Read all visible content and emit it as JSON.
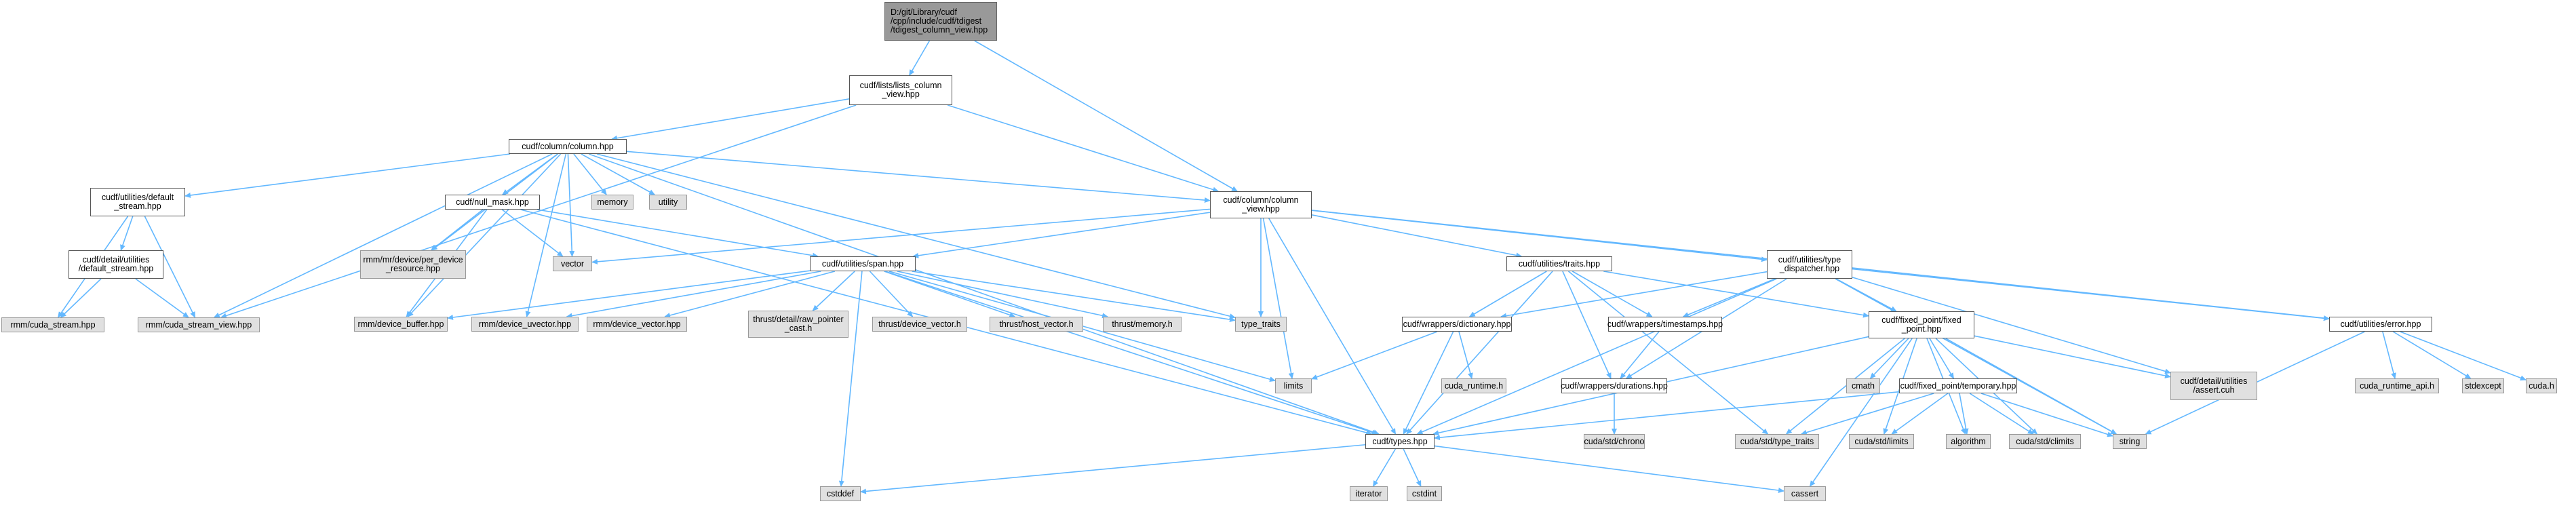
{
  "graph": {
    "colors": {
      "edge": "#63b8ff",
      "root_fill": "#999999",
      "header_fill": "#ffffff",
      "external_fill": "#e0e0e0"
    },
    "nodes": {
      "root": "D:/git/Library/cudf\n/cpp/include/cudf/tdigest\n/tdigest_column_view.hpp",
      "lists_column_view": "cudf/lists/lists_column\n_view.hpp",
      "column": "cudf/column/column.hpp",
      "column_view": "cudf/column/column\n_view.hpp",
      "default_stream": "cudf/utilities/default\n_stream.hpp",
      "detail_default_stream": "cudf/detail/utilities\n/default_stream.hpp",
      "cuda_stream": "rmm/cuda_stream.hpp",
      "cuda_stream_view": "rmm/cuda_stream_view.hpp",
      "null_mask": "cudf/null_mask.hpp",
      "per_device_resource": "rmm/mr/device/per_device\n_resource.hpp",
      "device_buffer": "rmm/device_buffer.hpp",
      "vector": "vector",
      "memory": "memory",
      "utility": "utility",
      "span": "cudf/utilities/span.hpp",
      "device_uvector": "rmm/device_uvector.hpp",
      "device_vector": "rmm/device_vector.hpp",
      "raw_pointer_cast": "thrust/detail/raw_pointer\n_cast.h",
      "thrust_device_vector": "thrust/device_vector.h",
      "thrust_host_vector": "thrust/host_vector.h",
      "thrust_memory": "thrust/memory.h",
      "type_traits": "type_traits",
      "limits": "limits",
      "cstddef": "cstddef",
      "traits": "cudf/utilities/traits.hpp",
      "type_dispatcher": "cudf/utilities/type\n_dispatcher.hpp",
      "dictionary": "cudf/wrappers/dictionary.hpp",
      "timestamps": "cudf/wrappers/timestamps.hpp",
      "durations": "cudf/wrappers/durations.hpp",
      "cuda_runtime_h": "cuda_runtime.h",
      "chrono": "cuda/std/chrono",
      "types": "cudf/types.hpp",
      "iterator": "iterator",
      "cstdint": "cstdint",
      "cassert": "cassert",
      "fixed_point": "cudf/fixed_point/fixed\n_point.hpp",
      "cmath": "cmath",
      "temporary": "cudf/fixed_point/temporary.hpp",
      "cuda_type_traits": "cuda/std/type_traits",
      "cuda_limits": "cuda/std/limits",
      "algorithm": "algorithm",
      "climits": "cuda/std/climits",
      "string": "string",
      "assert_cuh": "cudf/detail/utilities\n/assert.cuh",
      "error": "cudf/utilities/error.hpp",
      "cuda_runtime_api": "cuda_runtime_api.h",
      "stdexcept": "stdexcept",
      "cuda_h": "cuda.h"
    }
  }
}
